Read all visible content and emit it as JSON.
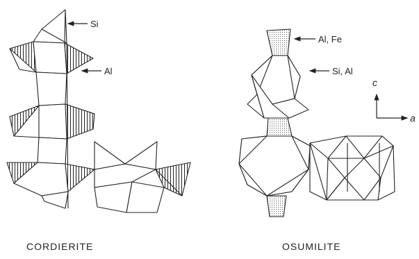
{
  "cordierite": {
    "caption": "CORDIERITE",
    "label_si": "Si",
    "label_al": "Al"
  },
  "osumilite": {
    "caption": "OSUMILITE",
    "label_alfe": "Al, Fe",
    "label_sial": "Si, Al"
  },
  "axes": {
    "c_label": "c",
    "a_label": "a"
  }
}
